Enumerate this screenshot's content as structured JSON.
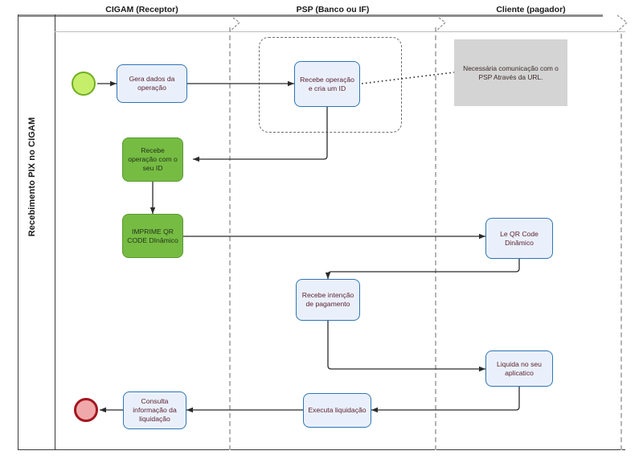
{
  "diagram": {
    "type": "bpmn-pool",
    "pool_label": "Recebimento PIX no CIGAM",
    "lanes": [
      {
        "id": "cigam",
        "label": "CIGAM (Receptor)"
      },
      {
        "id": "psp",
        "label": "PSP (Banco ou IF)"
      },
      {
        "id": "cliente",
        "label": "Cliente (pagador)"
      }
    ],
    "events": [
      {
        "id": "start",
        "kind": "start-event",
        "lane": "cigam",
        "fill": "#c5ef6a",
        "stroke": "#70ad1f"
      },
      {
        "id": "end",
        "kind": "end-event",
        "lane": "cigam",
        "fill": "#f0a9aa",
        "stroke": "#a31621"
      }
    ],
    "tasks": [
      {
        "id": "t1",
        "lane": "cigam",
        "color": "blue",
        "label": "Gera dados da operação"
      },
      {
        "id": "t2",
        "lane": "psp",
        "color": "blue",
        "label": "Recebe operação e cria um ID"
      },
      {
        "id": "t3",
        "lane": "cigam",
        "color": "green",
        "label": "Recebe operação com o seu ID"
      },
      {
        "id": "t4",
        "lane": "cigam",
        "color": "green",
        "label": "IMPRIME QR CODE DInâmico"
      },
      {
        "id": "t5",
        "lane": "cliente",
        "color": "blue",
        "label": "Le QR Code Dinâmico"
      },
      {
        "id": "t6",
        "lane": "psp",
        "color": "blue",
        "label": "Recebe intenção de pagamento"
      },
      {
        "id": "t7",
        "lane": "cliente",
        "color": "blue",
        "label": "Liquida no seu aplicatico"
      },
      {
        "id": "t8",
        "lane": "psp",
        "color": "blue",
        "label": "Executa liquidação"
      },
      {
        "id": "t9",
        "lane": "cigam",
        "color": "blue",
        "label": "Consulta informação da liquidação"
      }
    ],
    "annotations": [
      {
        "id": "note1",
        "lane": "cliente",
        "text": "Necessária comunicação com o PSP Através da URL."
      }
    ],
    "groups": [
      {
        "id": "g1",
        "lane": "psp",
        "style": "dash-dot",
        "label": ""
      }
    ],
    "colors": {
      "task_fill": "#eaf0fb",
      "task_stroke": "#2E75B6",
      "green_fill": "#76bc43",
      "green_stroke": "#5a9b31",
      "note_fill": "#d4d4d4",
      "lane_divider": "#b4b4b4",
      "flow_line": "#2b2b2b"
    }
  }
}
